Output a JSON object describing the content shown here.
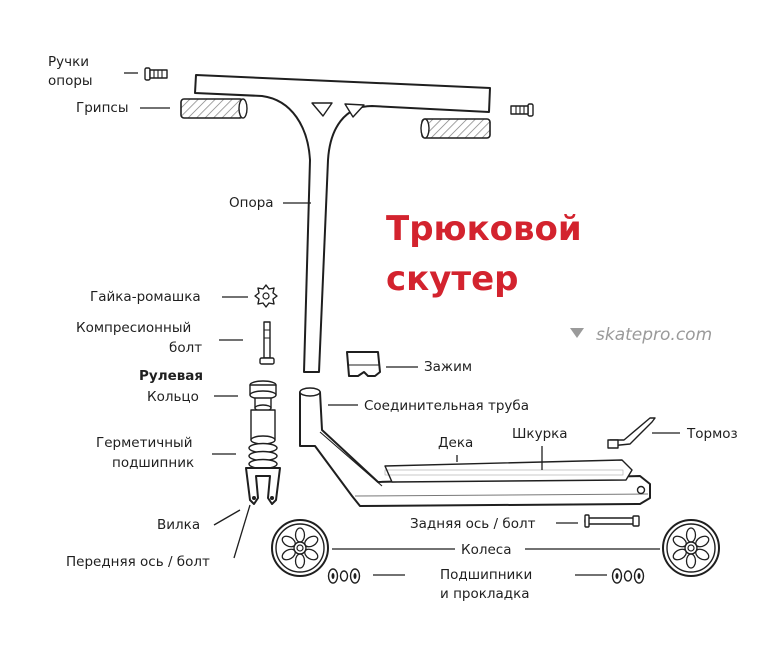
{
  "title": {
    "line1": "Трюковой",
    "line2": "скутер",
    "color": "#d3232e"
  },
  "watermark": "skatepro.com",
  "labels": {
    "handle_plugs_line1": "Ручки",
    "handle_plugs_line2": "опоры",
    "grips": "Грипсы",
    "bar": "Опора",
    "star_nut": "Гайка-ромашка",
    "compression_bolt_line1": "Компресионный",
    "compression_bolt_line2": "болт",
    "headset": "Рулевая",
    "ring": "Кольцо",
    "sealed_bearing_line1": "Герметичный",
    "sealed_bearing_line2": "подшипник",
    "fork": "Вилка",
    "front_axle": "Передняя ось / болт",
    "clamp": "Зажим",
    "connecting_tube": "Соединительная труба",
    "deck": "Дека",
    "griptape": "Шкурка",
    "brake": "Тормоз",
    "rear_axle": "Задняя ось / болт",
    "wheels": "Колеса",
    "bearings_line1": "Подшипники",
    "bearings_line2": "и прокладка"
  }
}
